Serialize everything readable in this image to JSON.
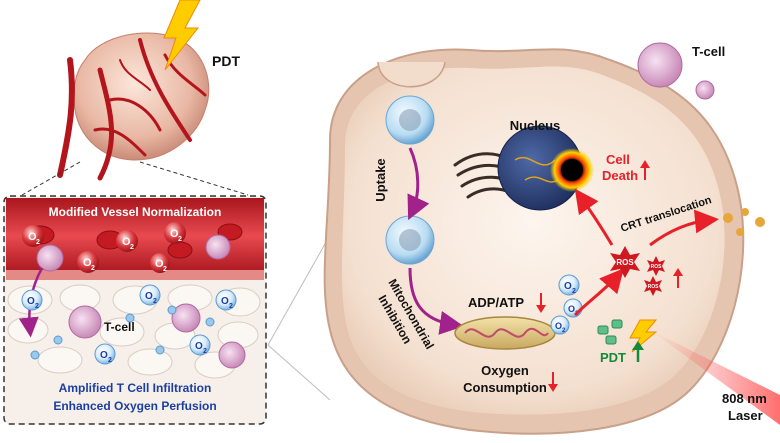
{
  "tumor": {
    "pdt_label": "PDT"
  },
  "inset": {
    "header": "Modified Vessel Normalization",
    "tcell_label": "T-cell",
    "caption_line1": "Amplified T Cell Infiltration",
    "caption_line2": "Enhanced Oxygen Perfusion"
  },
  "o2_symbol": {
    "base": "O",
    "sub": "2"
  },
  "cell": {
    "tcell_label": "T-cell",
    "nucleus_label": "Nucleus",
    "uptake_label": "Uptake",
    "mito_inhibition_line1": "Mitochondrial",
    "mito_inhibition_line2": "Inhibition",
    "adp_atp_label": "ADP/ATP",
    "oxygen_line1": "Oxygen",
    "oxygen_line2": "Consumption",
    "cell_death_line1": "Cell",
    "cell_death_line2": "Death",
    "crt_label": "CRT translocation",
    "ros_label": "ROS",
    "pdt_label": "PDT",
    "laser_line1": "808 nm",
    "laser_line2": "Laser"
  },
  "colors": {
    "red_text": "#e8202a",
    "green_text": "#128a3a",
    "blue_text": "#1b3fa0",
    "arrow_purple": "#a0228a",
    "vessel_red": "#c8242c",
    "cell_membrane": "#e5c5b0",
    "cytoplasm": "#f6e6d8"
  },
  "icons": [
    "lightning-bolt-icon",
    "up-arrow-icon",
    "down-arrow-icon"
  ]
}
